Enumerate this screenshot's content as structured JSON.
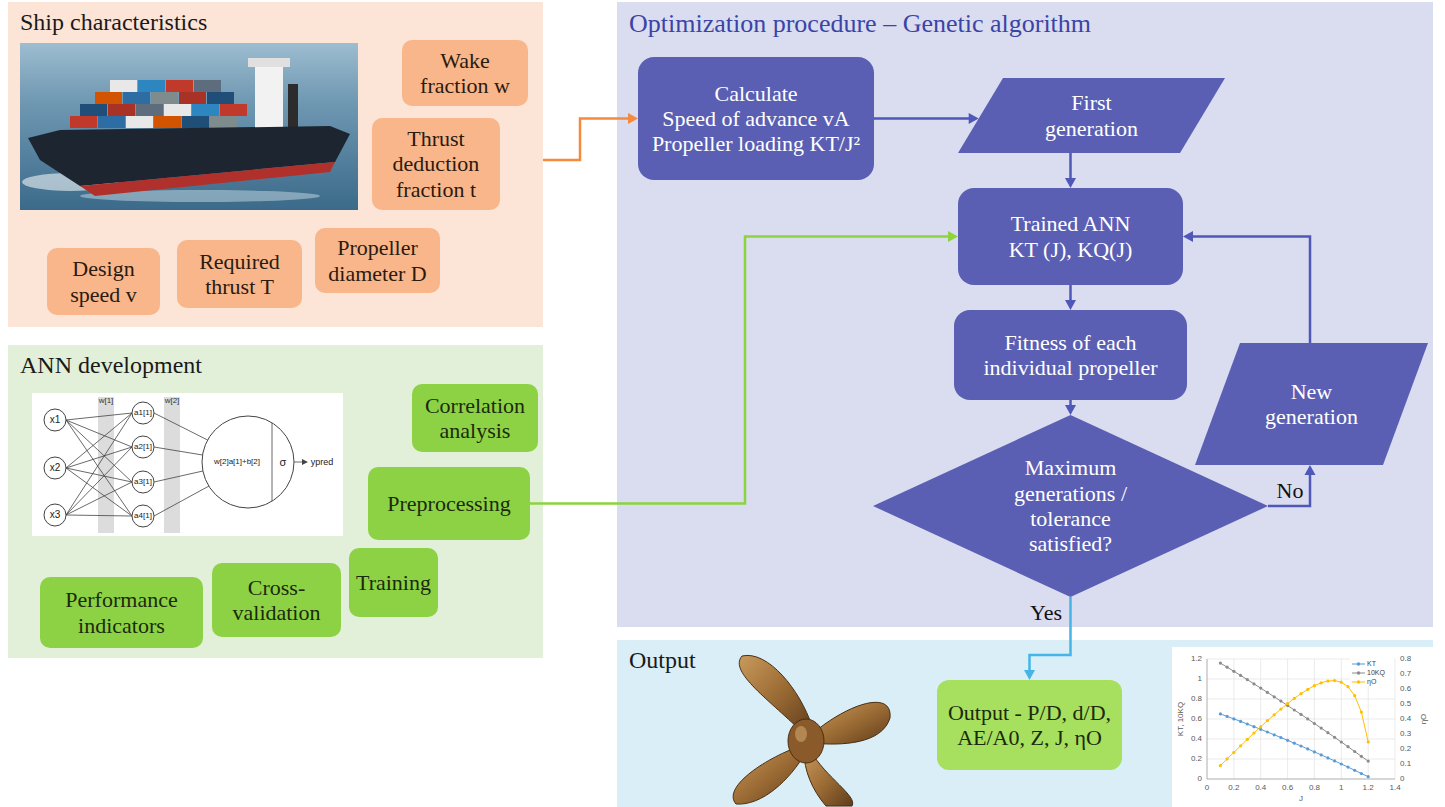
{
  "diagram": {
    "nodes": [
      {
        "text": [
          "Ship characteristics"
        ]
      },
      {
        "text": [
          "Wake fraction w"
        ],
        "in": 0
      },
      {
        "text": [
          "Thrust deduction fraction t"
        ],
        "in": 0
      },
      {
        "text": [
          "Design speed v"
        ],
        "in": 0
      },
      {
        "text": [
          "Required thrust T"
        ],
        "in": 0
      },
      {
        "text": [
          "Propeller diameter D"
        ],
        "in": 0
      },
      {
        "text": [
          "ANN development"
        ]
      },
      {
        "text": [
          "Correlation analysis"
        ],
        "in": 6
      },
      {
        "text": [
          "Preprocessing"
        ],
        "in": 6
      },
      {
        "text": [
          "Training"
        ],
        "in": 6
      },
      {
        "text": [
          "Cross-validation"
        ],
        "in": 6
      },
      {
        "text": [
          "Performance indicators"
        ],
        "in": 6
      },
      {
        "text": [
          "Optimization procedure – Genetic algorithm"
        ]
      },
      {
        "text": [
          "Calculate",
          "Speed of advance vA",
          "Propeller loading KT/J²"
        ],
        "in": 12
      },
      {
        "text": [
          "First generation"
        ],
        "in": 12
      },
      {
        "text": [
          "Trained ANN",
          "KT (J), KQ(J)"
        ],
        "in": 12
      },
      {
        "text": [
          "Fitness of each individual propeller"
        ],
        "in": 12
      },
      {
        "text": [
          "Maximum generations / tolerance satisfied?"
        ],
        "in": 12
      },
      {
        "text": [
          "New generation"
        ],
        "in": 12
      },
      {
        "text": [
          "Output"
        ]
      },
      {
        "text": [
          "Output - P/D, d/D, AE/A0, Z, J, ηO"
        ],
        "in": 19
      }
    ],
    "edges": [
      {
        "from": 0,
        "to": 13,
        "arrow": "to"
      },
      {
        "from": 8,
        "to": 15,
        "arrow": "to"
      },
      {
        "from": 13,
        "to": 14,
        "arrow": "to"
      },
      {
        "from": 14,
        "to": 15,
        "arrow": "to"
      },
      {
        "from": 15,
        "to": 16,
        "arrow": "to"
      },
      {
        "from": 16,
        "to": 17,
        "arrow": "to"
      },
      {
        "from": 17,
        "to": 18,
        "label": "No",
        "arrow": "to"
      },
      {
        "from": 18,
        "to": 15,
        "arrow": "to"
      },
      {
        "from": 17,
        "to": 20,
        "label": "Yes",
        "arrow": "to"
      }
    ],
    "labels": [
      "x1",
      "x2",
      "x3",
      "w[1]",
      "a1[1]",
      "a2[1]",
      "a3[1]",
      "a4[1]",
      "w[2]",
      "w[2]a[1]+b[2]",
      "σ",
      "ypred",
      "0",
      "0.2",
      "0.4",
      "0.6",
      "0.8",
      "1",
      "1.2",
      "0",
      "0.1",
      "0.2",
      "0.3",
      "0.4",
      "0.5",
      "0.6",
      "0.7",
      "0.8",
      "0",
      "0.2",
      "0.4",
      "0.6",
      "0.8",
      "1",
      "1.2",
      "1.4",
      "KT, 10KQ",
      "ηO",
      "J"
    ],
    "legend": [
      {
        "text": "KT"
      },
      {
        "text": "10KQ"
      },
      {
        "text": "ηO"
      }
    ]
  }
}
